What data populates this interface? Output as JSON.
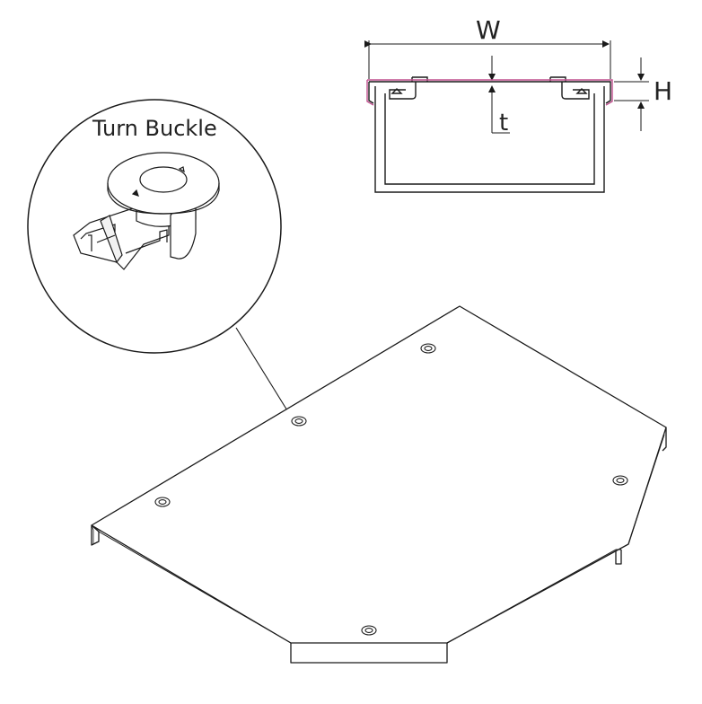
{
  "callout": {
    "title": "Turn Buckle"
  },
  "dimensions": {
    "width_label": "W",
    "height_label": "H",
    "thickness_label": "t"
  },
  "colors": {
    "line": "#1a1a1a",
    "highlight": "#c0508f",
    "background": "#ffffff"
  },
  "icons": {
    "fastener": "turn-buckle-icon",
    "callout_pointer": "arrow-icon"
  }
}
